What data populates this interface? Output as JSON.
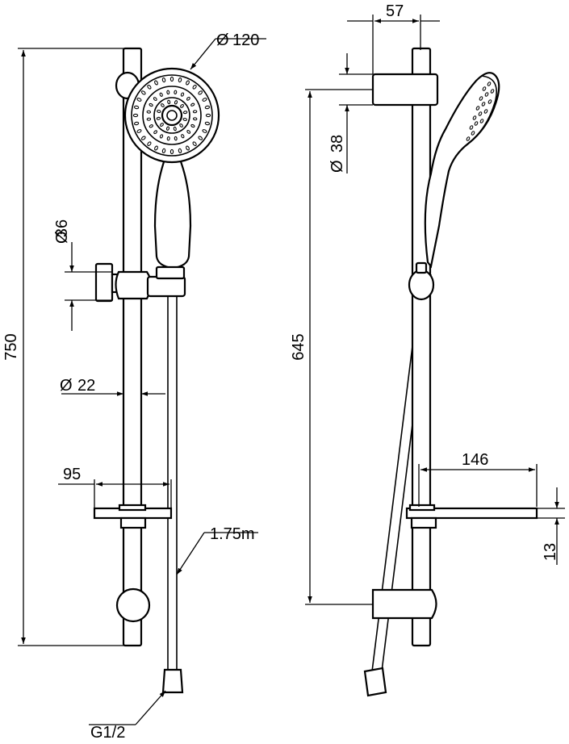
{
  "dimensions": {
    "head_diameter": "120",
    "bracket_diameter": "36",
    "rail_diameter": "22",
    "dish_width": "95",
    "hose_length": "1.75m",
    "connection": "G1/2",
    "overall_height": "750",
    "side_bracket_depth": "57",
    "top_bracket_diameter": "38",
    "side_height": "645",
    "side_dish_depth": "146",
    "dish_thickness": "13"
  },
  "glyphs": {
    "diameter_symbol": "Ø"
  }
}
